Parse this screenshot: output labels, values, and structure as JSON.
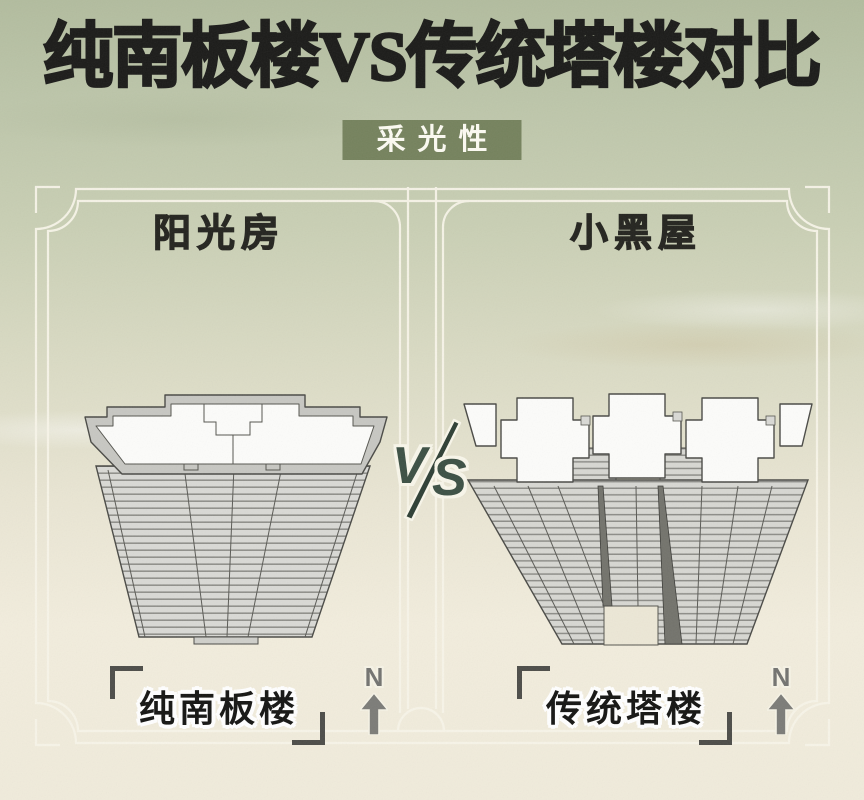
{
  "title": "纯南板楼VS传统塔楼对比",
  "badge": "采光性",
  "versus": {
    "first": "V",
    "second": "S"
  },
  "panels": {
    "left": {
      "title": "阳光房",
      "caption": "纯南板楼",
      "compass_label": "N"
    },
    "right": {
      "title": "小黑屋",
      "caption": "传统塔楼",
      "compass_label": "N"
    }
  },
  "colors": {
    "badge_background": "#75825d",
    "vs_green": "#3c5044",
    "frame_line": "#f8f5e9",
    "caption_ink": "#151513",
    "compass_gray": "#7c7c78",
    "paper_top": "#b2bc9e",
    "paper_bottom": "#f0ebdb",
    "building_facade": "#d9d9d5",
    "building_roof": "#fcfcfa"
  }
}
